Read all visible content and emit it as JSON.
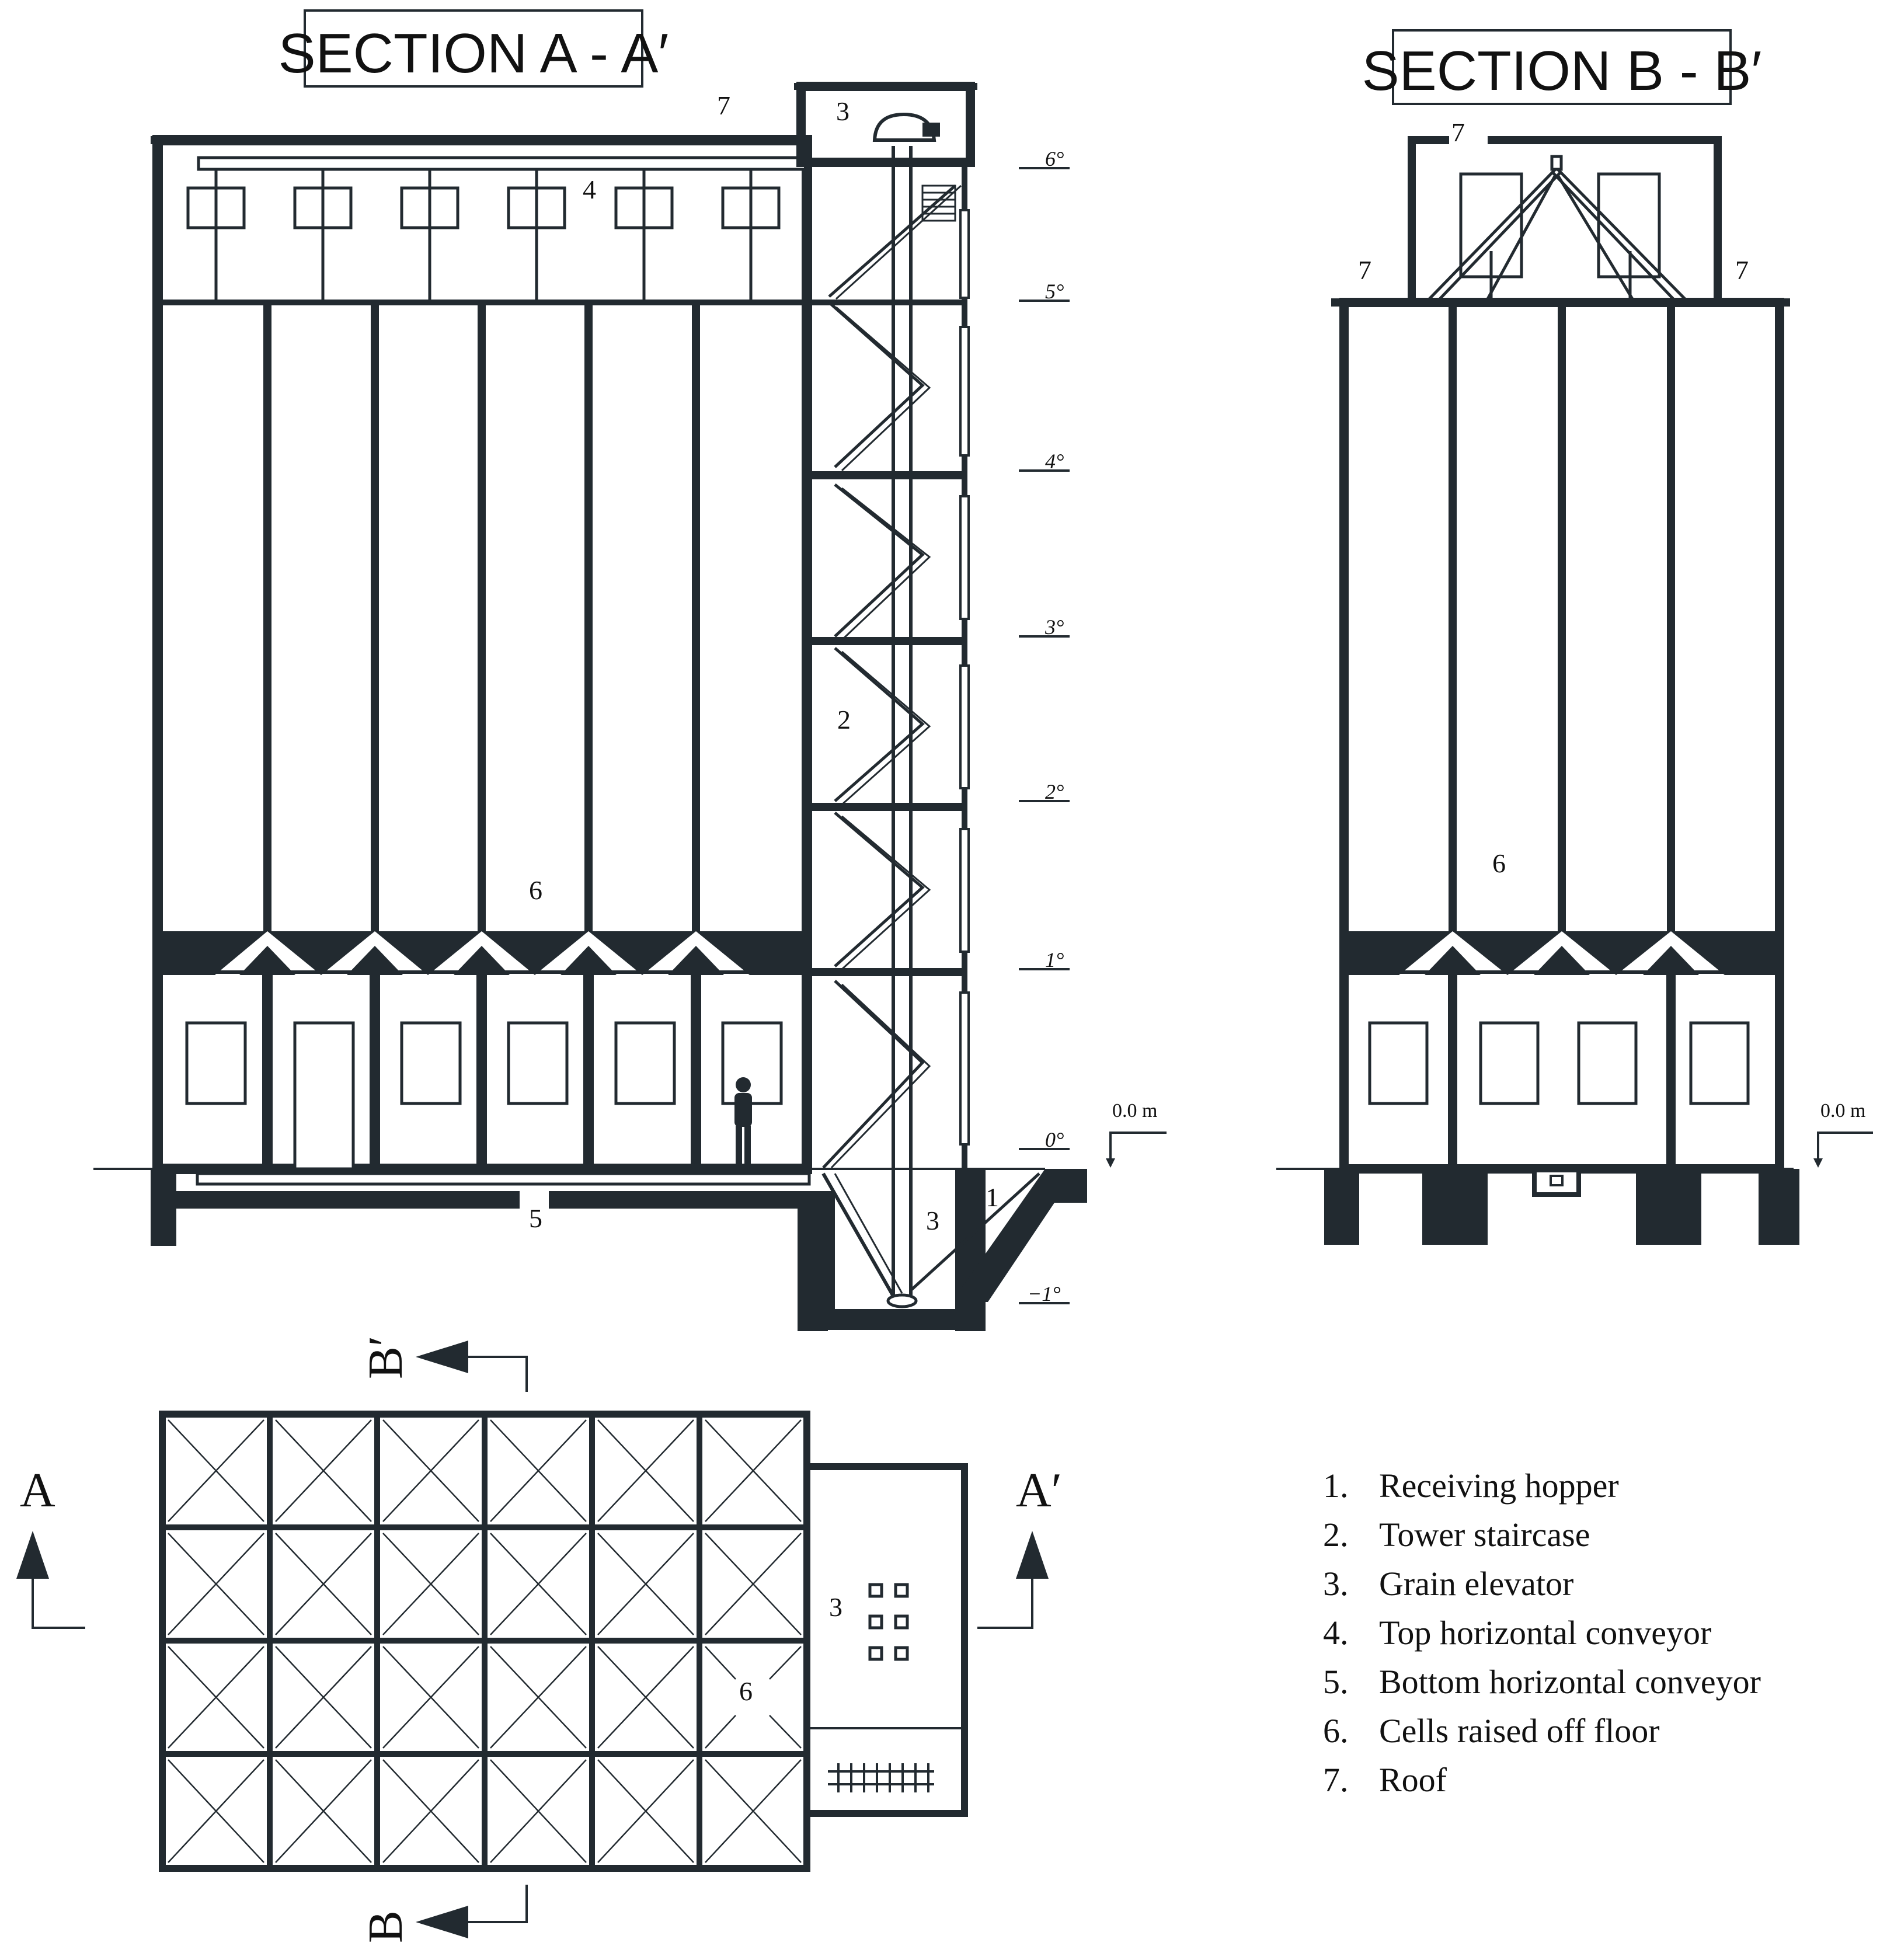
{
  "section_a": {
    "title": "SECTION A - A′",
    "levels": [
      "6°",
      "5°",
      "4°",
      "3°",
      "2°",
      "1°",
      "0°",
      "−1°"
    ],
    "datum_label": "0.0 m",
    "callouts": {
      "roof": "7",
      "elevator_head": "3",
      "top_conveyor": "4",
      "staircase": "2",
      "cells": "6",
      "bottom_conveyor": "5",
      "elevator_pit": "3",
      "hopper": "1"
    }
  },
  "section_b": {
    "title": "SECTION B - B′",
    "datum_label": "0.0 m",
    "callouts": {
      "roof_top": "7",
      "roof_left": "7",
      "roof_right": "7",
      "cells": "6"
    }
  },
  "plan": {
    "marker_a": "A",
    "marker_a_prime": "A′",
    "marker_b_prime": "B′",
    "marker_b": "B",
    "callouts": {
      "elevator": "3",
      "cells": "6"
    }
  },
  "legend": {
    "items": [
      {
        "num": "1.",
        "label": "Receiving hopper"
      },
      {
        "num": "2.",
        "label": "Tower staircase"
      },
      {
        "num": "3.",
        "label": "Grain elevator"
      },
      {
        "num": "4.",
        "label": "Top horizontal conveyor"
      },
      {
        "num": "5.",
        "label": "Bottom horizontal conveyor"
      },
      {
        "num": "6.",
        "label": "Cells raised off floor"
      },
      {
        "num": "7.",
        "label": "Roof"
      }
    ]
  },
  "colors": {
    "ink": "#222a30",
    "paper": "#ffffff"
  }
}
